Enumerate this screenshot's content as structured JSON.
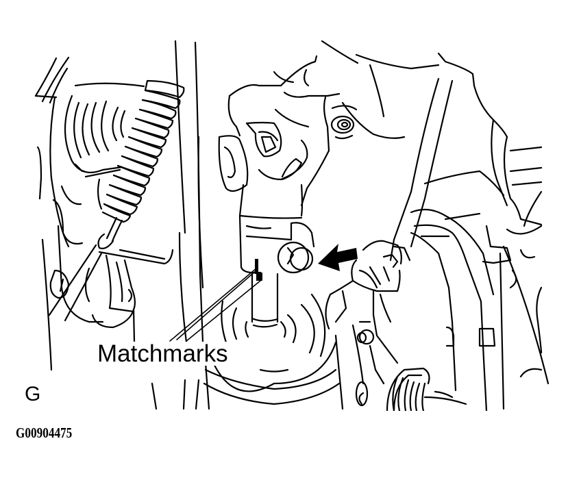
{
  "figure": {
    "description": "Steering intermediate shaft universal joint with matchmarks and bolt indicated by arrow",
    "callouts": [
      {
        "label": "Matchmarks",
        "targets": 2
      }
    ],
    "arrow_indicator": "bolt-arrow",
    "view_letter": "G",
    "figure_id": "G00904475",
    "line_color": "#000000",
    "background_color": "#ffffff"
  }
}
